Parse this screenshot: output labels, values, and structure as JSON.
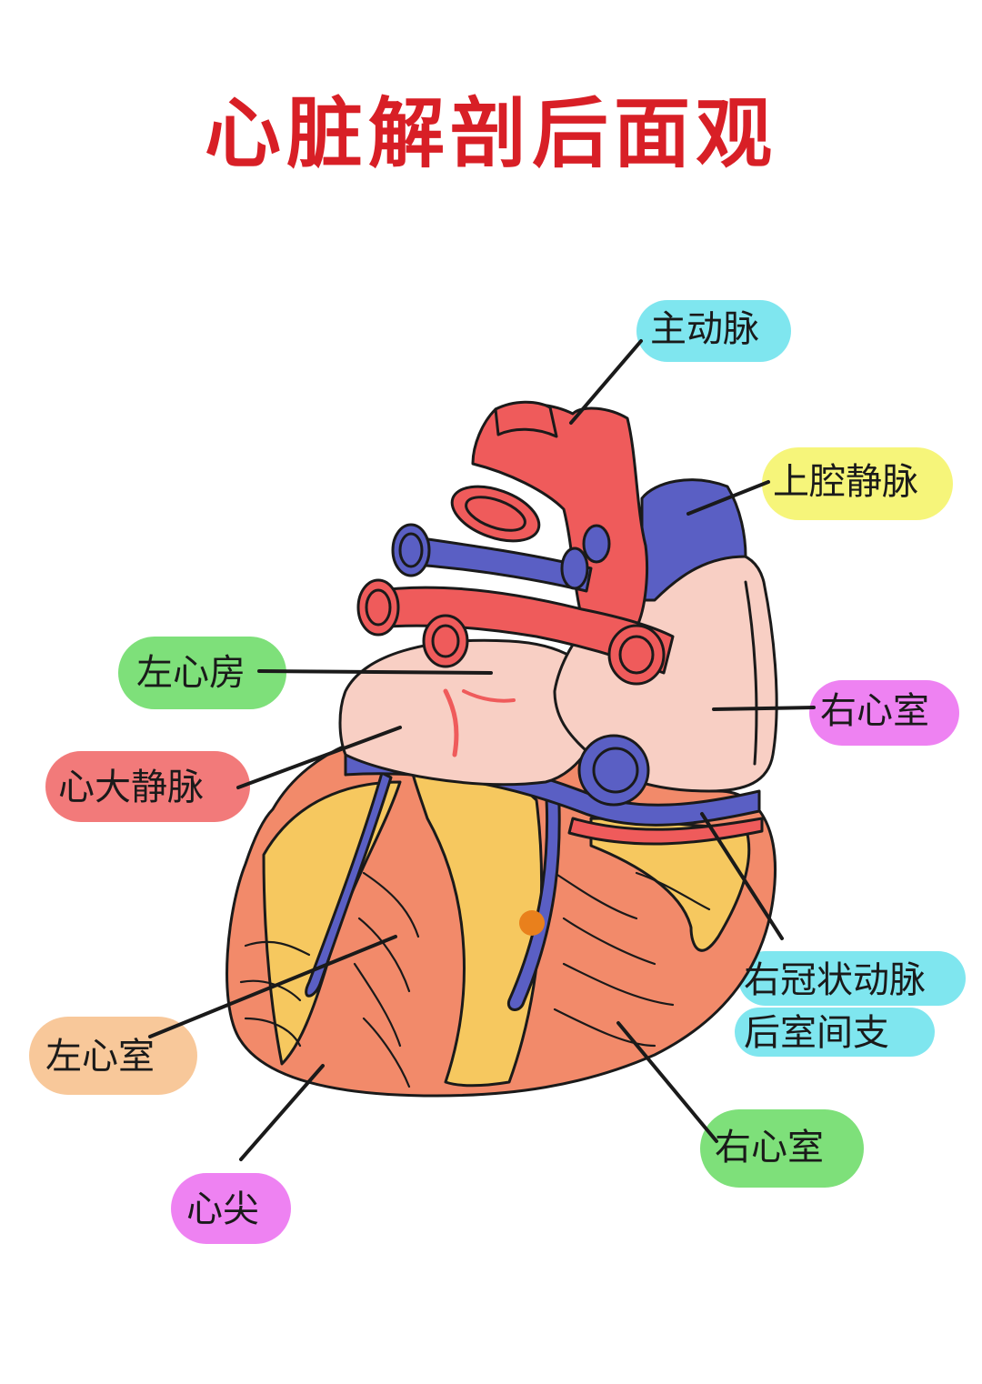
{
  "title": "心脏解剖后面观",
  "labels": {
    "aorta": "主动脉",
    "svc": "上腔静脉",
    "left_atrium": "左心房",
    "right_atrium": "右心室",
    "great_cardiac_vein": "心大静脉",
    "posterior_interventricular": "右冠状动脉",
    "posterior_interventricular_2": "后室间支",
    "left_ventricle": "左心室",
    "right_ventricle": "右心室",
    "apex": "心尖"
  },
  "colors": {
    "title": "#d81f26",
    "artery": "#ef5b5b",
    "vein": "#5a5fc4",
    "atrium": "#f8cfc4",
    "ventricle": "#f28a6a",
    "fat": "#f6c85f",
    "cyan": "#7fe6ef",
    "yellow": "#f6f57a",
    "green": "#7ee07a",
    "magenta": "#ee82f2",
    "red": "#f27a7a",
    "orange": "#f8c89a"
  }
}
